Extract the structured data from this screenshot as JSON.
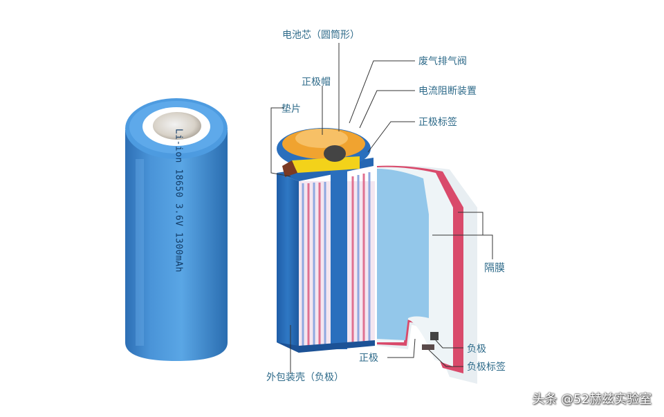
{
  "labels": {
    "core": "电池芯（圆筒形）",
    "vent": "废气排气阀",
    "cap": "正极帽",
    "cid": "电流阻断装置",
    "gasket": "垫片",
    "pos_tab": "正极标签",
    "separator": "隔膜",
    "cathode": "正极",
    "anode": "负极",
    "neg_tab": "负极标签",
    "case": "外包装壳（负极）"
  },
  "cell_text": "Li-ion 18650 3.6V 1300mAh",
  "watermark": "头条 @52赫兹实验室"
}
